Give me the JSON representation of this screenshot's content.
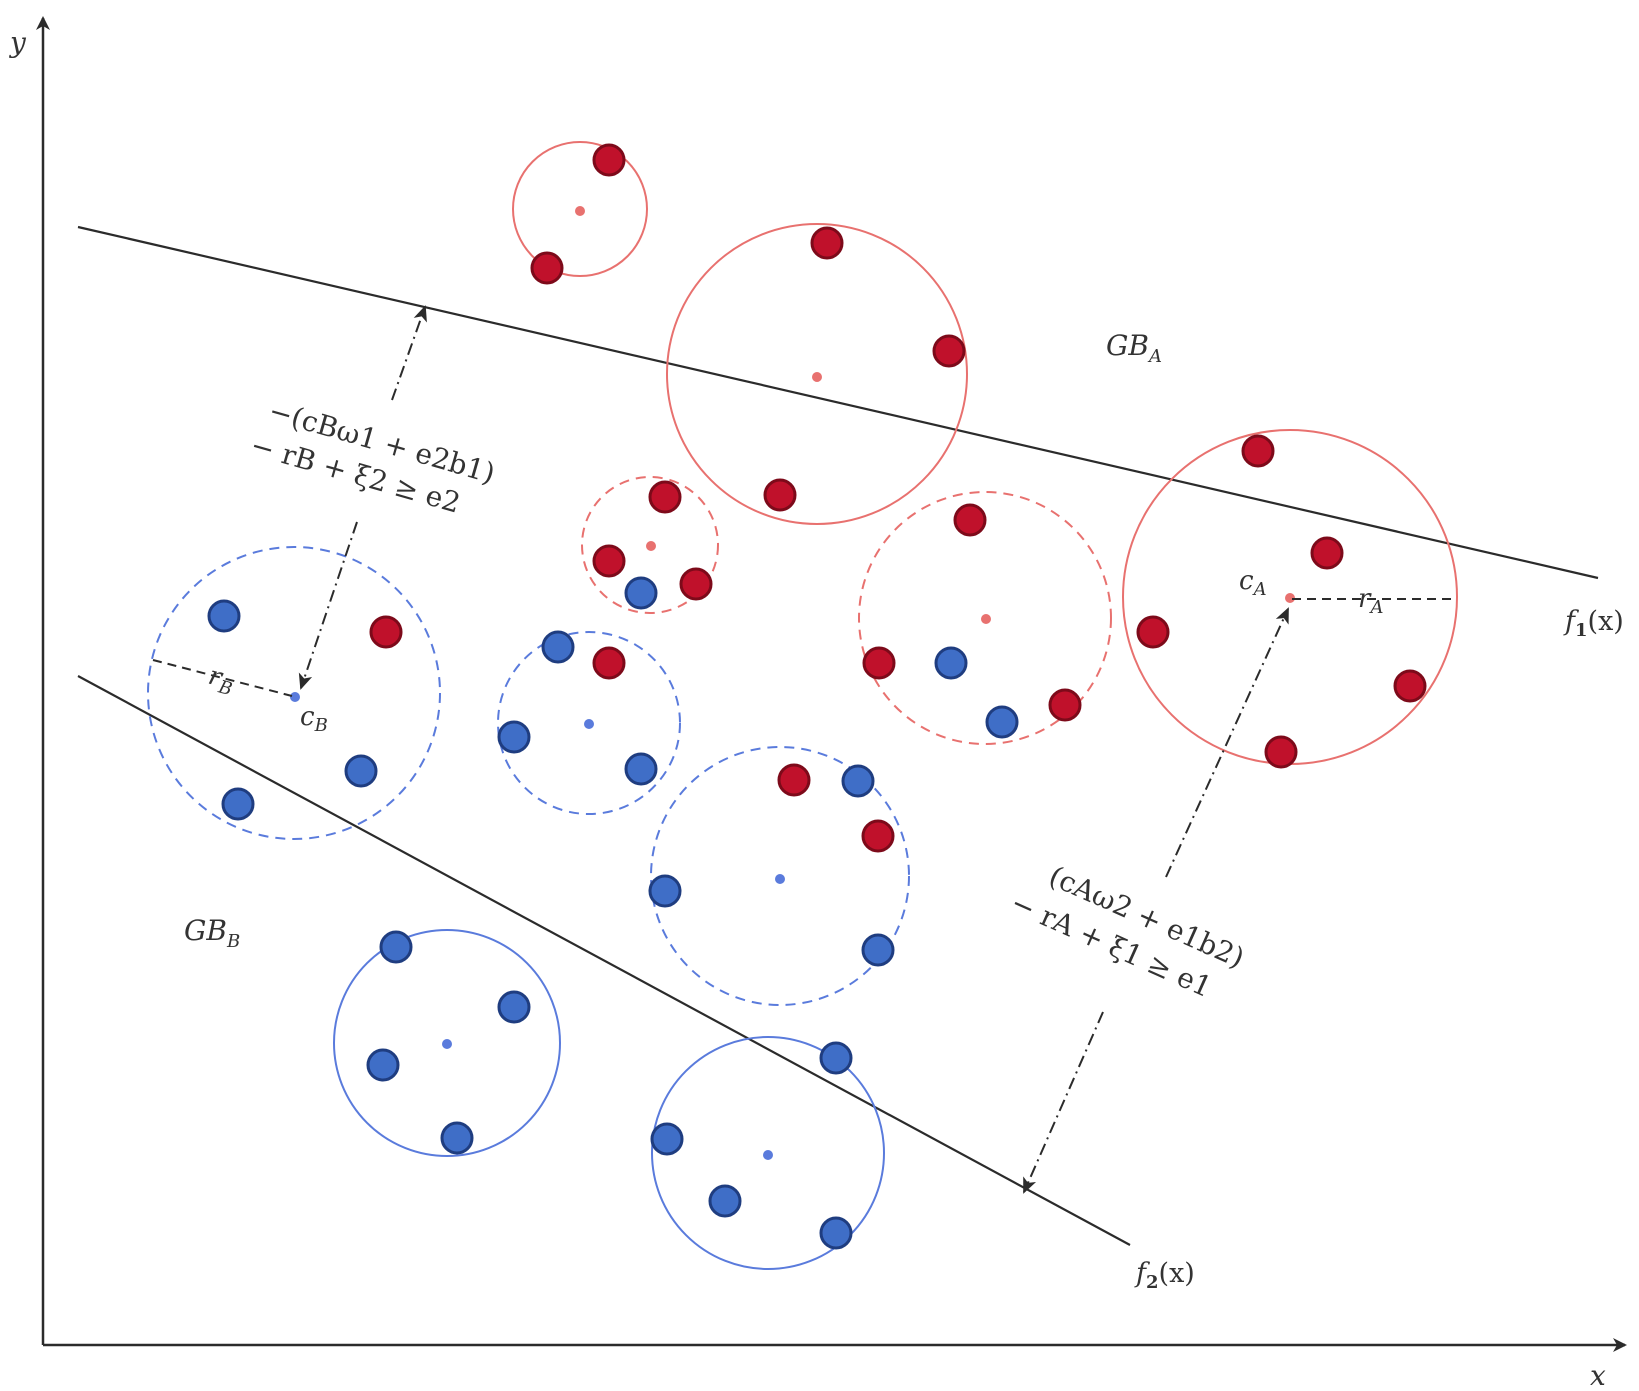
{
  "labels": {
    "y_axis": "y",
    "x_axis": "x",
    "gb_a": {
      "main": "GB",
      "sub": "A"
    },
    "gb_b": {
      "main": "GB",
      "sub": "B"
    },
    "f1": {
      "f": "f",
      "sub": "1",
      "arg": "(x)"
    },
    "f2": {
      "f": "f",
      "sub": "2",
      "arg": "(x)"
    },
    "c_a": {
      "main": "c",
      "sub": "A"
    },
    "r_a": {
      "main": "r",
      "sub": "A"
    },
    "c_b": {
      "main": "c",
      "sub": "B"
    },
    "r_b": {
      "main": "r",
      "sub": "B"
    }
  },
  "constraints": {
    "upper_line1": "−(cBω1 + e2b1)",
    "upper_line2": "− rB + ξ2 ≥ e2",
    "lower_line1": "(cAω2 + e1b2)",
    "lower_line2": "− rA + ξ1 ≥ e1"
  },
  "colors": {
    "red_fill": "#c0112b",
    "red_stroke": "#7d0a1a",
    "red_circle": "#e8716f",
    "blue_fill": "#3f6ec7",
    "blue_stroke": "#1f3d80",
    "blue_circle": "#5a7bdc",
    "line": "#2b2b2b"
  }
}
